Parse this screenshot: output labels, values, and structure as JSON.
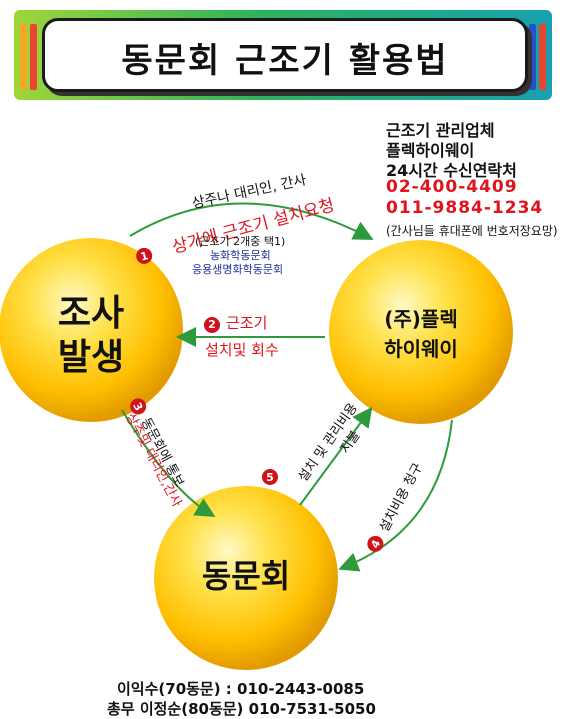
{
  "title": "동문회 근조기 활용법",
  "nodes": {
    "left": "조사\n발생",
    "right": "(주)플렉\n하이웨이",
    "bottom": "동문회"
  },
  "contact": {
    "line1": "근조기 관리업체",
    "line2": "플렉하이웨이",
    "line3": "24시간 수신연락처",
    "phone1": "02-400-4409",
    "phone2": "011-9884-1234",
    "note": "(간사님들 휴대폰에 번호저장요망)"
  },
  "edges": {
    "top_label": "상주나 대리인, 간사",
    "step1": "상가에 근조기 설치요청",
    "step1_num": "1",
    "choice": "(근조기 2개중 택1)",
    "option1": "농화학동문회",
    "option2": "응용생명화학동문회",
    "step2_num": "2",
    "step2_line1": "근조기",
    "step2_line2": "설치및 회수",
    "step3_num": "3",
    "step3_label": "동문회에 통보",
    "step3_actor": "상주및 대리인,간사",
    "step4_num": "4",
    "step4_label": "설치비용 청구",
    "step5_num": "5",
    "step5_line1": "설치 및 관리비용",
    "step5_line2": "지불"
  },
  "footer": {
    "line1": "이익수(70동문) : 010-2443-0085",
    "line2": "총무 이정순(80동문) 010-7531-5050"
  },
  "colors": {
    "arrow": "#2e9a3c",
    "red": "#e0141e",
    "blue": "#1a2f9a",
    "ball_light": "#fff6a8",
    "ball_mid": "#ffc400",
    "ball_dark": "#e09000"
  }
}
